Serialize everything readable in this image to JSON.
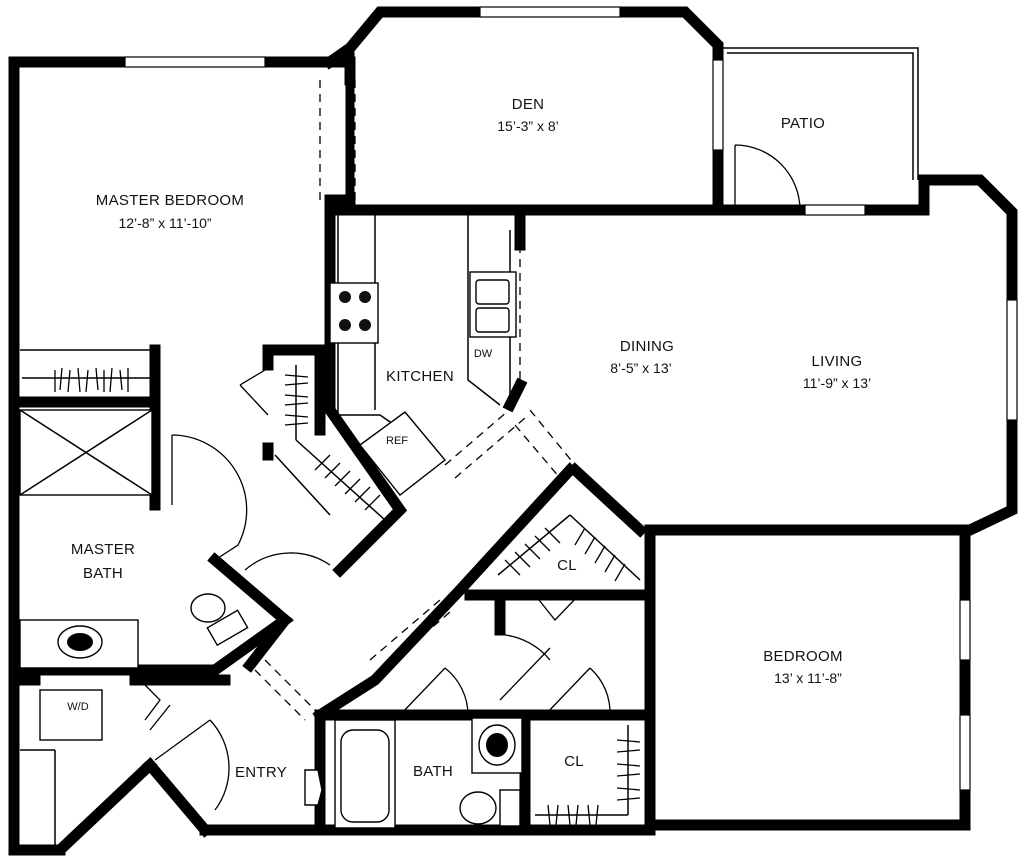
{
  "rooms": {
    "den": {
      "name": "DEN",
      "dim": "15’-3” x 8’"
    },
    "patio": {
      "name": "PATIO"
    },
    "master_bedroom": {
      "name": "MASTER BEDROOM",
      "dim": "12’-8” x 11’-10”"
    },
    "kitchen": {
      "name": "KITCHEN"
    },
    "dining": {
      "name": "DINING",
      "dim": "8’-5” x 13’"
    },
    "living": {
      "name": "LIVING",
      "dim": "11’-9” x 13’"
    },
    "master_bath": {
      "name_line1": "MASTER",
      "name_line2": "BATH"
    },
    "closet_center": {
      "name": "CL"
    },
    "bedroom": {
      "name": "BEDROOM",
      "dim": "13’ x 11’-8”"
    },
    "entry": {
      "name": "ENTRY"
    },
    "bath": {
      "name": "BATH"
    },
    "closet_bedroom": {
      "name": "CL"
    }
  },
  "fixtures": {
    "dishwasher": "DW",
    "refrigerator": "REF",
    "washer_dryer": "W/D"
  }
}
